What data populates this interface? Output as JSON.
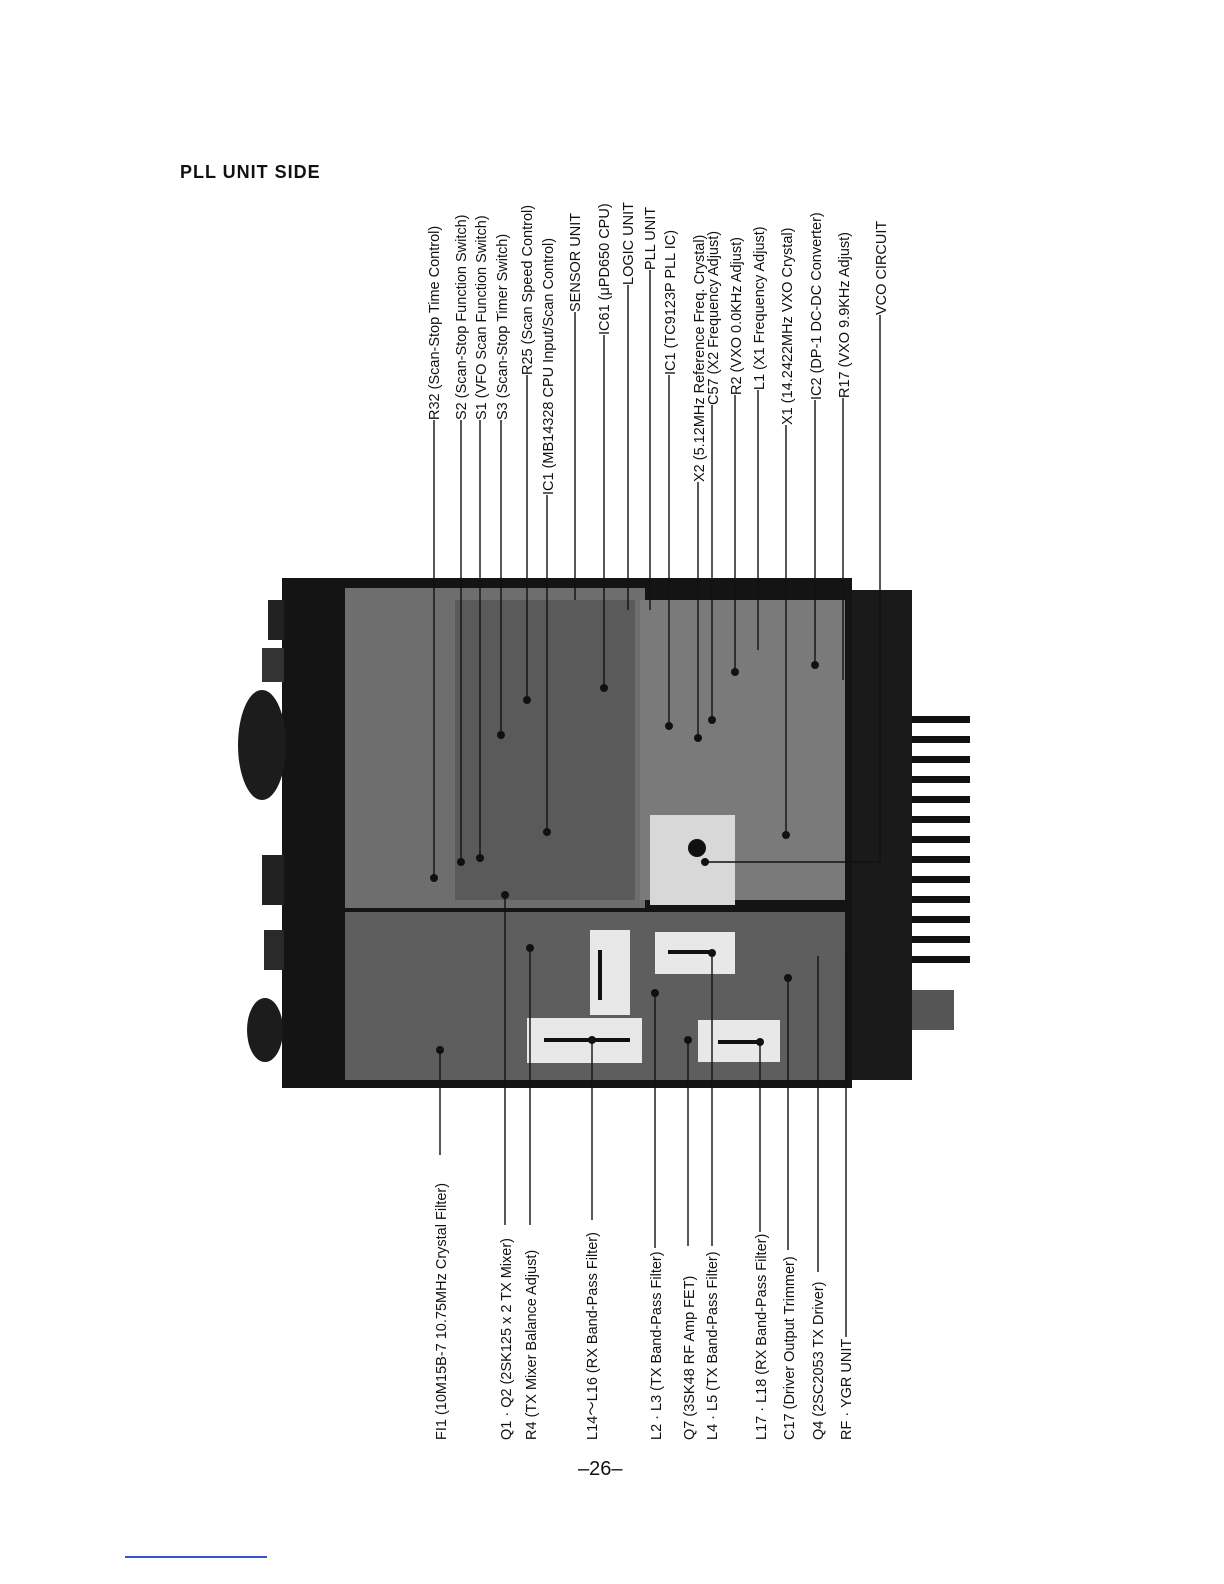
{
  "page": {
    "title": "PLL UNIT SIDE",
    "page_number": "–26–"
  },
  "top_labels": [
    "R32 (Scan-Stop Time Control)",
    "S2 (Scan-Stop Function Switch)",
    "S1 (VFO Scan Function Switch)",
    "S3 (Scan-Stop Timer Switch)",
    "R25 (Scan Speed Control)",
    "IC1 (MB14328 CPU Input/Scan Control)",
    "SENSOR UNIT",
    "IC61 (μPD650 CPU)",
    "LOGIC UNIT",
    "PLL UNIT",
    "IC1 (TC9123P PLL IC)",
    "X2 (5.12MHz Reference Freq. Crystal)",
    "C57 (X2 Frequency Adjust)",
    "R2 (VXO 0.0KHz Adjust)",
    "L1 (X1 Frequency Adjust)",
    "X1 (14.2422MHz VXO Crystal)",
    "IC2 (DP-1 DC-DC Converter)",
    "R17 (VXO 9.9KHz Adjust)",
    "VCO CIRCUIT"
  ],
  "bottom_labels": [
    "FI1 (10M15B-7 10.75MHz Crystal Filter)",
    "Q1 · Q2 (2SK125 x 2 TX Mixer)",
    "R4 (TX Mixer Balance Adjust)",
    "L14～L16 (RX Band-Pass Filter)",
    "L2 · L3 (TX Band-Pass Filter)",
    "Q7 (3SK48 RF Amp FET)",
    "L4 · L5 (TX Band-Pass Filter)",
    "L17 · L18 (RX Band-Pass Filter)",
    "C17 (Driver Output Trimmer)",
    "Q4 (2SC2053 TX Driver)",
    "RF · YGR UNIT"
  ],
  "colors": {
    "chassis": "#141414",
    "board": "#7a7a7a",
    "board_dark": "#3a3a3a",
    "heatsink": "#1a1a1a",
    "filter_block": "#e8e8e8",
    "footer_rule": "#3355cc"
  }
}
